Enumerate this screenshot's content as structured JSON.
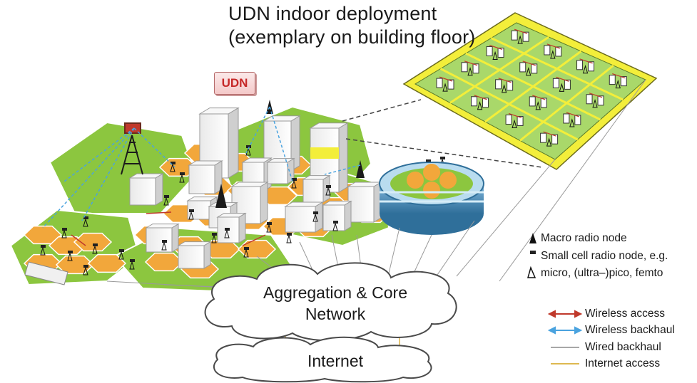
{
  "title": {
    "line1": "UDN indoor deployment",
    "line2": "(exemplary on building floor)"
  },
  "badge": {
    "label": "UDN"
  },
  "clouds": {
    "core_line1": "Aggregation & Core",
    "core_line2": "Network",
    "internet": "Internet"
  },
  "legend": {
    "macro": "Macro radio node",
    "small_line1": "Small cell radio node, e.g.",
    "small_line2": "micro, (ultra–)pico, femto",
    "wireless_access": "Wireless access",
    "wireless_backhaul": "Wireless backhaul",
    "wired_backhaul": "Wired backhaul",
    "internet_access": "Internet access"
  },
  "colors": {
    "hex_green": "#8cc63f",
    "hex_orange": "#f2a73b",
    "floor_yellow": "#f3ee3a",
    "floor_green": "#a9d86a",
    "wireless_access": "#c0392b",
    "wireless_backhaul": "#4aa3df",
    "wired_backhaul": "#999999",
    "internet_access": "#d4a017"
  },
  "icons": [
    "macro-node-icon",
    "small-cell-node-icon",
    "building-icon",
    "stadium-icon",
    "cloud-icon",
    "tower-icon"
  ]
}
